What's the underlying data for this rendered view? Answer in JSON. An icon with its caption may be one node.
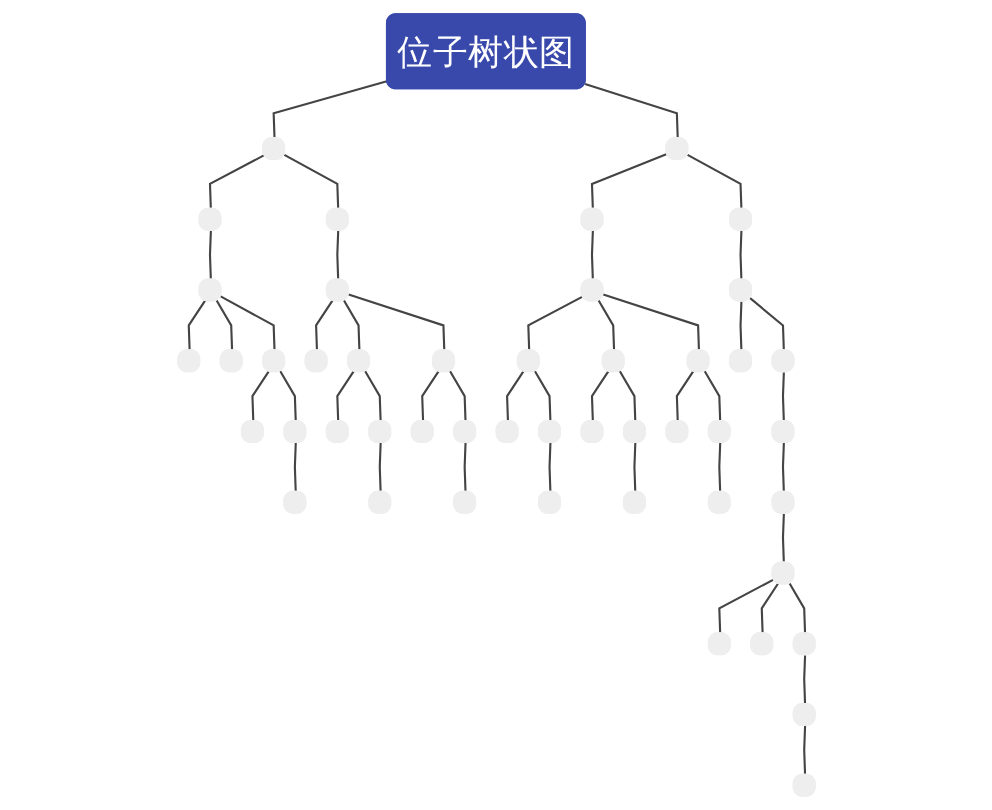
{
  "diagram": {
    "nodes": [
      {
        "text": [
          "位子树状图"
        ]
      },
      {
        "text": [],
        "shape": "box"
      },
      {
        "text": [],
        "shape": "box"
      },
      {
        "text": [],
        "shape": "box"
      },
      {
        "text": [],
        "shape": "box"
      },
      {
        "text": [],
        "shape": "box"
      },
      {
        "text": [],
        "shape": "box"
      },
      {
        "text": [],
        "shape": "box"
      },
      {
        "text": [],
        "shape": "box"
      },
      {
        "text": [],
        "shape": "box"
      },
      {
        "text": [],
        "shape": "box"
      },
      {
        "text": [],
        "shape": "box"
      },
      {
        "text": [],
        "shape": "box"
      },
      {
        "text": [],
        "shape": "box"
      },
      {
        "text": [],
        "shape": "box"
      },
      {
        "text": [],
        "shape": "box"
      },
      {
        "text": [],
        "shape": "box"
      },
      {
        "text": [],
        "shape": "box"
      },
      {
        "text": [],
        "shape": "box"
      },
      {
        "text": [],
        "shape": "box"
      },
      {
        "text": [],
        "shape": "box"
      },
      {
        "text": [],
        "shape": "box"
      },
      {
        "text": [],
        "shape": "box"
      },
      {
        "text": [],
        "shape": "box"
      },
      {
        "text": [],
        "shape": "box"
      },
      {
        "text": [],
        "shape": "box"
      },
      {
        "text": [],
        "shape": "box"
      },
      {
        "text": [],
        "shape": "box"
      },
      {
        "text": [],
        "shape": "box"
      },
      {
        "text": [],
        "shape": "box"
      },
      {
        "text": [],
        "shape": "box"
      },
      {
        "text": [],
        "shape": "box"
      },
      {
        "text": [],
        "shape": "box"
      },
      {
        "text": [],
        "shape": "box"
      },
      {
        "text": [],
        "shape": "box"
      },
      {
        "text": [],
        "shape": "box"
      },
      {
        "text": [],
        "shape": "box"
      },
      {
        "text": [],
        "shape": "box"
      },
      {
        "text": [],
        "shape": "box"
      },
      {
        "text": [],
        "shape": "box"
      },
      {
        "text": [],
        "shape": "box"
      },
      {
        "text": [],
        "shape": "box"
      },
      {
        "text": [],
        "shape": "box"
      },
      {
        "text": [],
        "shape": "box"
      },
      {
        "text": [],
        "shape": "box"
      },
      {
        "text": [],
        "shape": "box"
      },
      {
        "text": [],
        "shape": "box"
      },
      {
        "text": [],
        "shape": "box"
      }
    ],
    "edges": [
      {
        "from": 0,
        "to": 1,
        "arrow": "none"
      },
      {
        "from": 1,
        "to": 2,
        "arrow": "none"
      },
      {
        "from": 2,
        "to": 3,
        "arrow": "none"
      },
      {
        "from": 3,
        "to": 4,
        "arrow": "none"
      },
      {
        "from": 3,
        "to": 5,
        "arrow": "none"
      },
      {
        "from": 3,
        "to": 6,
        "arrow": "none"
      },
      {
        "from": 6,
        "to": 7,
        "arrow": "none"
      },
      {
        "from": 6,
        "to": 8,
        "arrow": "none"
      },
      {
        "from": 8,
        "to": 9,
        "arrow": "none"
      },
      {
        "from": 1,
        "to": 10,
        "arrow": "none"
      },
      {
        "from": 10,
        "to": 11,
        "arrow": "none"
      },
      {
        "from": 11,
        "to": 12,
        "arrow": "none"
      },
      {
        "from": 11,
        "to": 13,
        "arrow": "none"
      },
      {
        "from": 13,
        "to": 14,
        "arrow": "none"
      },
      {
        "from": 13,
        "to": 15,
        "arrow": "none"
      },
      {
        "from": 15,
        "to": 16,
        "arrow": "none"
      },
      {
        "from": 11,
        "to": 17,
        "arrow": "none"
      },
      {
        "from": 17,
        "to": 18,
        "arrow": "none"
      },
      {
        "from": 17,
        "to": 19,
        "arrow": "none"
      },
      {
        "from": 19,
        "to": 20,
        "arrow": "none"
      },
      {
        "from": 0,
        "to": 21,
        "arrow": "none"
      },
      {
        "from": 21,
        "to": 22,
        "arrow": "none"
      },
      {
        "from": 22,
        "to": 23,
        "arrow": "none"
      },
      {
        "from": 23,
        "to": 24,
        "arrow": "none"
      },
      {
        "from": 24,
        "to": 25,
        "arrow": "none"
      },
      {
        "from": 24,
        "to": 26,
        "arrow": "none"
      },
      {
        "from": 26,
        "to": 27,
        "arrow": "none"
      },
      {
        "from": 23,
        "to": 28,
        "arrow": "none"
      },
      {
        "from": 28,
        "to": 29,
        "arrow": "none"
      },
      {
        "from": 28,
        "to": 30,
        "arrow": "none"
      },
      {
        "from": 30,
        "to": 31,
        "arrow": "none"
      },
      {
        "from": 23,
        "to": 32,
        "arrow": "none"
      },
      {
        "from": 32,
        "to": 33,
        "arrow": "none"
      },
      {
        "from": 32,
        "to": 34,
        "arrow": "none"
      },
      {
        "from": 34,
        "to": 35,
        "arrow": "none"
      },
      {
        "from": 21,
        "to": 36,
        "arrow": "none"
      },
      {
        "from": 36,
        "to": 37,
        "arrow": "none"
      },
      {
        "from": 37,
        "to": 38,
        "arrow": "none"
      },
      {
        "from": 37,
        "to": 39,
        "arrow": "none"
      },
      {
        "from": 39,
        "to": 40,
        "arrow": "none"
      },
      {
        "from": 40,
        "to": 41,
        "arrow": "none"
      },
      {
        "from": 41,
        "to": 42,
        "arrow": "none"
      },
      {
        "from": 42,
        "to": 43,
        "arrow": "none"
      },
      {
        "from": 42,
        "to": 44,
        "arrow": "none"
      },
      {
        "from": 42,
        "to": 45,
        "arrow": "none"
      },
      {
        "from": 45,
        "to": 46,
        "arrow": "none"
      },
      {
        "from": 46,
        "to": 47,
        "arrow": "none"
      }
    ]
  }
}
